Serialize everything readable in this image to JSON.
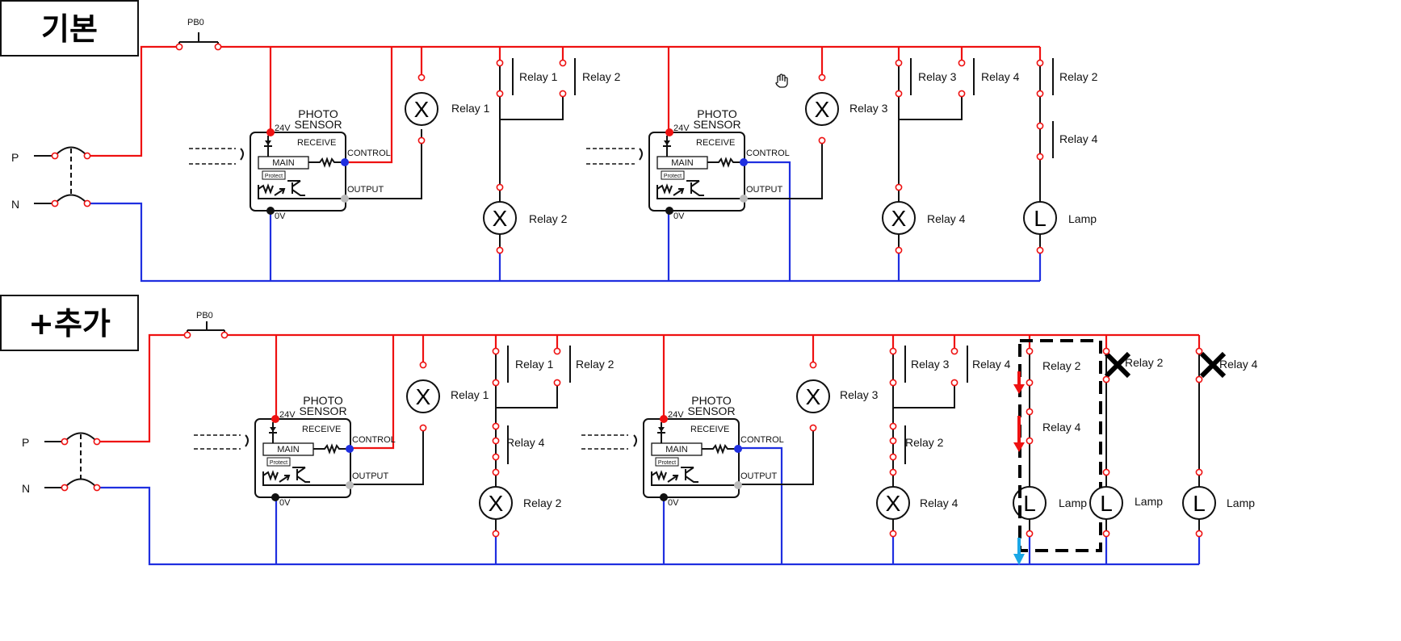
{
  "panels": {
    "basic": {
      "title": "기본"
    },
    "added": {
      "title": "+추가"
    }
  },
  "labels": {
    "pb0": "PB0",
    "p": "P",
    "n": "N",
    "relay1": "Relay 1",
    "relay2": "Relay 2",
    "relay3": "Relay 3",
    "relay4": "Relay 4",
    "lamp": "Lamp",
    "coil_x": "X",
    "lamp_l": "L"
  },
  "sensor": {
    "name_line1": "PHOTO",
    "name_line2": "SENSOR",
    "v24": "24V",
    "receive": "RECEIVE",
    "main": "MAIN",
    "protect": "Protect",
    "control": "CONTROL",
    "output": "OUTPUT",
    "v0": "0V"
  },
  "colors": {
    "positive_line": "#ee1111",
    "negative_line": "#1f2fe0",
    "current_arrow": "#ee1111",
    "return_arrow": "#1aa7e6",
    "remove_mark": "#000000"
  },
  "icons": {
    "cursor": "hand-cursor-icon",
    "remove": "cross-mark-icon"
  }
}
